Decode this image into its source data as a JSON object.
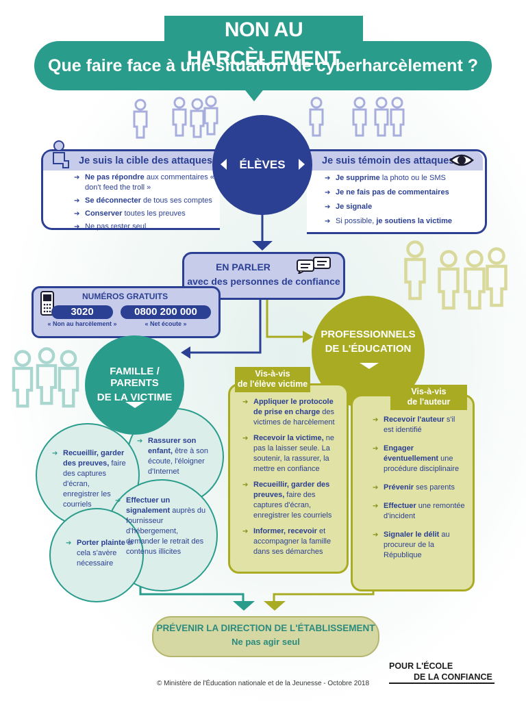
{
  "header": {
    "title": "NON AU HARCÈLEMENT",
    "subtitle": "Que faire face à une situation de cyberharcèlement ?"
  },
  "eleves": {
    "label": "ÉLÈVES",
    "cible": {
      "heading": "Je suis la cible des attaques",
      "items": [
        {
          "strong": "Ne pas répondre",
          "text": " aux commentaires « don't feed the troll »"
        },
        {
          "strong": "Se déconnecter",
          "text": " de tous ses comptes"
        },
        {
          "strong": "Conserver",
          "text": " toutes les preuves"
        },
        {
          "strong": "",
          "text": "Ne pas rester seul"
        }
      ]
    },
    "temoin": {
      "heading": "Je suis témoin des attaques",
      "items": [
        {
          "strong": "Je supprime",
          "text": " la photo ou le SMS"
        },
        {
          "strong": "Je ne fais pas de commentaires",
          "text": ""
        },
        {
          "strong": "Je signale",
          "text": ""
        },
        {
          "strong": "",
          "text": "Si possible, ",
          "strong2": "je soutiens la victime"
        }
      ]
    }
  },
  "en_parler": {
    "line1": "EN PARLER",
    "line2": "avec des personnes de confiance"
  },
  "numeros": {
    "heading": "NUMÉROS GRATUITS",
    "n1": "3020",
    "n1_label": "« Non au harcèlement »",
    "n2": "0800 200 000",
    "n2_label": "« Net écoute »"
  },
  "professionnels": {
    "line1": "PROFESSIONNELS",
    "line2": "DE L'ÉDUCATION",
    "vav_eleve": {
      "line1": "Vis-à-vis",
      "line2": "de l'élève victime",
      "items": [
        {
          "strong": "Appliquer le protocole de prise en charge",
          "text": " des victimes de harcèlement"
        },
        {
          "strong": "Recevoir la victime,",
          "text": " ne pas la laisser seule. La soutenir, la rassurer, la mettre en confiance"
        },
        {
          "strong": "Recueillir, garder des preuves,",
          "text": " faire des captures d'écran, enregistrer les courriels"
        },
        {
          "strong": "Informer, recevoir",
          "text": " et accompagner la famille dans ses démarches"
        }
      ]
    },
    "vav_auteur": {
      "line1": "Vis-à-vis",
      "line2": "de l'auteur",
      "items": [
        {
          "strong": "Recevoir l'auteur",
          "text": " s'il est identifié"
        },
        {
          "strong": "Engager éventuellement",
          "text": " une procédure disciplinaire"
        },
        {
          "strong": "Prévenir",
          "text": " ses parents"
        },
        {
          "strong": "Effectuer",
          "text": " une remontée d'incident"
        },
        {
          "strong": "Signaler le délit",
          "text": " au procureur de la République"
        }
      ]
    }
  },
  "famille": {
    "line1": "FAMILLE / PARENTS",
    "line2": "DE LA VICTIME",
    "c1": {
      "strong": "Recueillir, garder des preuves,",
      "text": " faire des captures d'écran, enregistrer les courriels"
    },
    "c2": {
      "strong": "Rassurer son enfant,",
      "text": " être à son écoute, l'éloigner d'Internet"
    },
    "c3": {
      "strong": "Effectuer un signalement",
      "text": " auprès du fournisseur d'hébergement, demander le retrait des contenus illicites"
    },
    "c4": {
      "strong": "Porter plainte",
      "text": " si cela s'avère nécessaire"
    }
  },
  "prevenir": {
    "line1": "PRÉVENIR LA DIRECTION DE L'ÉTABLISSEMENT",
    "line2": "Ne pas agir seul"
  },
  "footer": {
    "credit": "© Ministère de l'Éducation nationale et de la Jeunesse - Octobre 2018",
    "logo_line1": "POUR L'ÉCOLE",
    "logo_line2": "DE LA CONFIANCE"
  },
  "colors": {
    "teal": "#2a9c8c",
    "navy": "#2b3f93",
    "olive": "#a9ac22",
    "lavender": "#c7cceb"
  }
}
